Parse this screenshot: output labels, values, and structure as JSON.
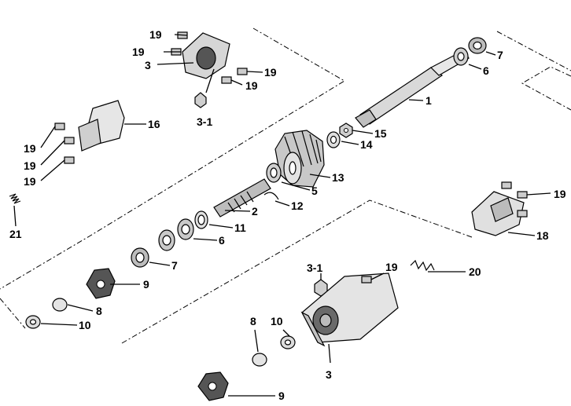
{
  "diagram": {
    "callouts": [
      {
        "id": "c1",
        "text": "1"
      },
      {
        "id": "c2",
        "text": "2"
      },
      {
        "id": "c3a",
        "text": "3"
      },
      {
        "id": "c3b",
        "text": "3"
      },
      {
        "id": "c3_1a",
        "text": "3-1"
      },
      {
        "id": "c3_1b",
        "text": "3-1"
      },
      {
        "id": "c5",
        "text": "5"
      },
      {
        "id": "c6a",
        "text": "6"
      },
      {
        "id": "c6b",
        "text": "6"
      },
      {
        "id": "c7a",
        "text": "7"
      },
      {
        "id": "c7b",
        "text": "7"
      },
      {
        "id": "c8a",
        "text": "8"
      },
      {
        "id": "c8b",
        "text": "8"
      },
      {
        "id": "c9a",
        "text": "9"
      },
      {
        "id": "c9b",
        "text": "9"
      },
      {
        "id": "c10a",
        "text": "10"
      },
      {
        "id": "c10b",
        "text": "10"
      },
      {
        "id": "c11",
        "text": "11"
      },
      {
        "id": "c12",
        "text": "12"
      },
      {
        "id": "c13",
        "text": "13"
      },
      {
        "id": "c14",
        "text": "14"
      },
      {
        "id": "c15",
        "text": "15"
      },
      {
        "id": "c16",
        "text": "16"
      },
      {
        "id": "c18",
        "text": "18"
      },
      {
        "id": "c19a",
        "text": "19"
      },
      {
        "id": "c19b",
        "text": "19"
      },
      {
        "id": "c19c",
        "text": "19"
      },
      {
        "id": "c19d",
        "text": "19"
      },
      {
        "id": "c19e",
        "text": "19"
      },
      {
        "id": "c19f",
        "text": "19"
      },
      {
        "id": "c19g",
        "text": "19"
      },
      {
        "id": "c19h",
        "text": "19"
      },
      {
        "id": "c19i",
        "text": "19"
      },
      {
        "id": "c20",
        "text": "20"
      },
      {
        "id": "c21",
        "text": "21"
      }
    ]
  }
}
